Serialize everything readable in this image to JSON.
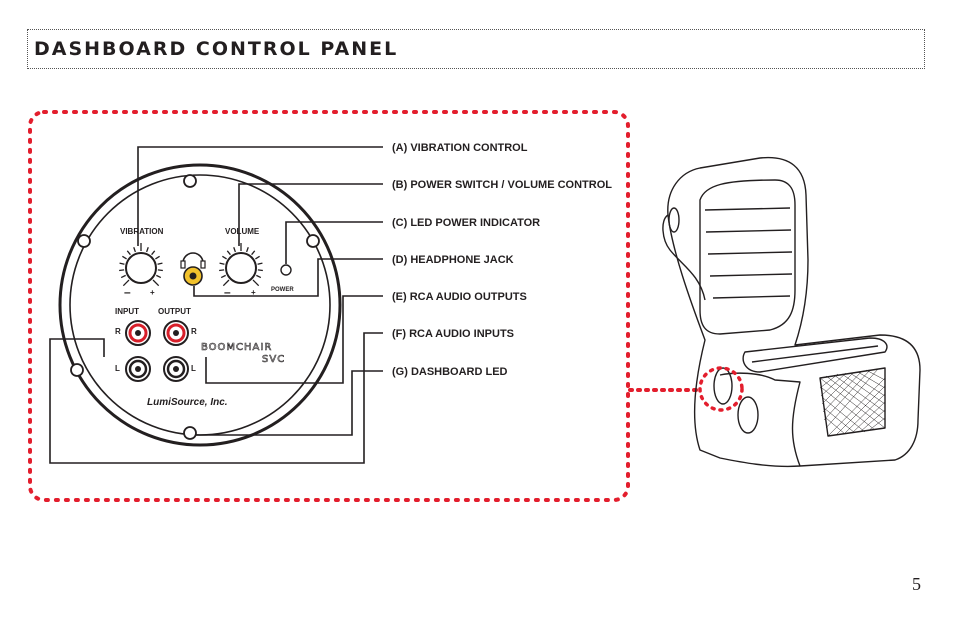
{
  "header": {
    "title": "DASHBOARD CONTROL PANEL"
  },
  "page_number": "5",
  "panel": {
    "vibration_label": "VIBRATION",
    "volume_label": "VOLUME",
    "power_label": "POWER",
    "input_label": "INPUT",
    "output_label": "OUTPUT",
    "minus": "–",
    "plus": "+",
    "r": "R",
    "l": "L",
    "brand_line1": "BOOMCHAIR",
    "brand_line2": "SVC",
    "maker": "LumiSource, Inc."
  },
  "callouts": [
    "(A)  VIBRATION CONTROL",
    "(B)  POWER SWITCH / VOLUME CONTROL",
    "(C)  LED POWER INDICATOR",
    "(D)  HEADPHONE JACK",
    "(E)  RCA AUDIO OUTPUTS",
    "(F)  RCA AUDIO INPUTS",
    "(G)  DASHBOARD LED"
  ],
  "colors": {
    "accent_red": "#e31e2d",
    "jack_yellow": "#f2c22c",
    "rca_red": "#d81f2a",
    "ink": "#231f20"
  }
}
